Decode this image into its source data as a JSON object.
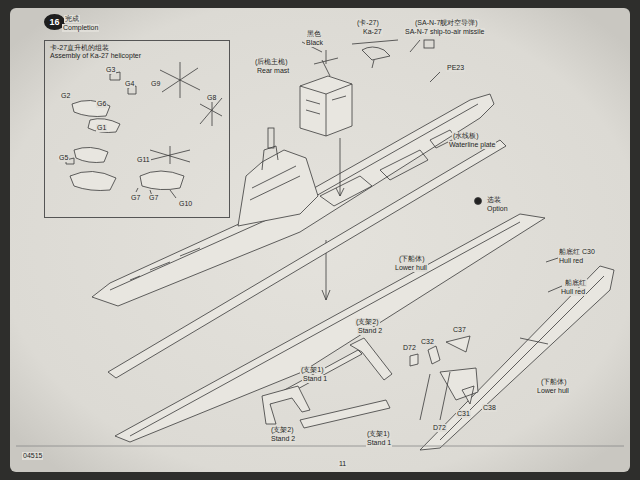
{
  "diagram": {
    "nodes": [
      {
        "text": [
          "16"
        ]
      },
      {
        "text": [
          "卡-27直升机的组装",
          "Assembly of Ka-27 helicopter"
        ]
      }
    ],
    "labels": [
      "完成",
      "Completion",
      "G3",
      "G4",
      "G2",
      "G6",
      "G1",
      "G9",
      "G8",
      "G5",
      "G11",
      "G7",
      "G7",
      "G10",
      "黑色",
      "Black",
      "(卡-27)",
      "Ka-27",
      "(SA-N-7舰对空导弹)",
      "SA-N-7 ship-to-air missile",
      "(后桅主桅)",
      "Rear mast",
      "PE23",
      "(水线板)",
      "Waterline plate",
      "选装",
      "Option",
      "船底红 C30",
      "Hull red",
      "船底红",
      "Hull red",
      "(下船体)",
      "Lower hull",
      "(支架2)",
      "Stand 2",
      "(支架1)",
      "Stand 1",
      "D72",
      "C32",
      "C37",
      "D72",
      "C31",
      "C38",
      "(下船体)",
      "Lower hull",
      "(支架2)",
      "Stand 2",
      "(支架1)",
      "Stand 1",
      "04515",
      "11"
    ]
  }
}
